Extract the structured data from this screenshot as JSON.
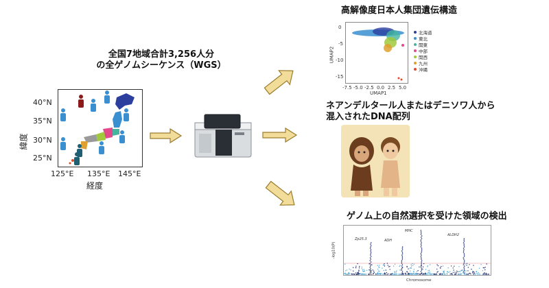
{
  "left_title": {
    "line1": "全国7地域合計3,256人分",
    "line2": "の全ゲノムシーケンス（WGS）"
  },
  "map": {
    "y_label": "緯度",
    "x_label": "経度",
    "y_ticks": [
      "40°N",
      "35°N",
      "30°N",
      "25°N"
    ],
    "x_ticks": [
      "125°E",
      "135°E",
      "145°E"
    ]
  },
  "umap": {
    "title": "高解像度日本人集団遺伝構造",
    "xlabel": "UMAP1",
    "ylabel": "UMAP2",
    "x_ticks": [
      "-7.5",
      "-5.0",
      "-2.5",
      "0.0",
      "2.5",
      "5.0"
    ],
    "y_ticks": [
      "0",
      "-5",
      "-10",
      "-15"
    ],
    "legend": [
      {
        "label": "北海道",
        "color": "#2c3e9e"
      },
      {
        "label": "東北",
        "color": "#3a8fd0"
      },
      {
        "label": "関東",
        "color": "#46b5a0"
      },
      {
        "label": "中部",
        "color": "#e24a8b"
      },
      {
        "label": "関西",
        "color": "#a0c93c"
      },
      {
        "label": "九州",
        "color": "#e0a030"
      },
      {
        "label": "沖縄",
        "color": "#e04a2c"
      }
    ]
  },
  "archaic": {
    "line1": "ネアンデルタール人またはデニソワ人から",
    "line2": "混入されたDNA配列"
  },
  "manhattan": {
    "title": "ゲノム上の自然選択を受けた領域の検出",
    "xlabel": "Chromosome",
    "ylabel": "-log10(P)",
    "genes": [
      "Zp25.3",
      "ADH",
      "MHC",
      "ALDH2"
    ]
  },
  "colors": {
    "arrow_fill": "#f2dc9a",
    "arrow_stroke": "#9a7b2c"
  }
}
